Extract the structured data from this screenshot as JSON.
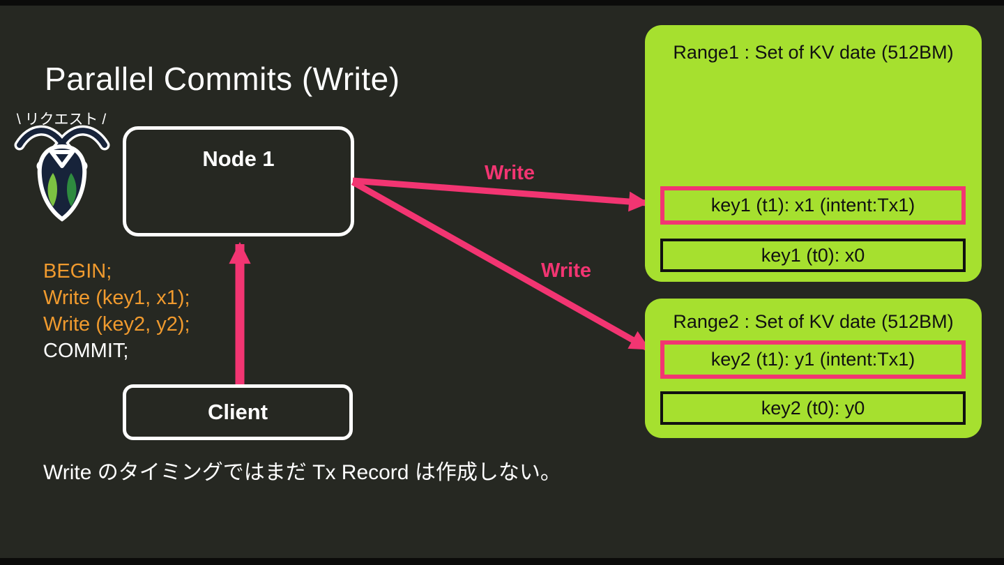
{
  "slide": {
    "title": "Parallel Commits (Write)",
    "caption": "Write のタイミングではまだ Tx Record は作成しない。"
  },
  "logo": {
    "label": "\\  リクエスト  /"
  },
  "nodes": {
    "node1_label": "Node 1",
    "client_label": "Client"
  },
  "code": {
    "lines": [
      {
        "text": "BEGIN;",
        "color": "orange"
      },
      {
        "text": "Write (key1, x1);",
        "color": "orange"
      },
      {
        "text": "Write (key2, y2);",
        "color": "orange"
      },
      {
        "text": "COMMIT;",
        "color": "white"
      }
    ]
  },
  "arrows": {
    "write_label_1": "Write",
    "write_label_2": "Write"
  },
  "ranges": [
    {
      "title": "Range1 : Set of KV date (512BM)",
      "rows": [
        {
          "text": "key1 (t1): x1 (intent:Tx1)",
          "highlight": true
        },
        {
          "text": "key1 (t0): x0",
          "highlight": false
        }
      ]
    },
    {
      "title": "Range2 : Set of KV date (512BM)",
      "rows": [
        {
          "text": "key2 (t1): y1 (intent:Tx1)",
          "highlight": true
        },
        {
          "text": "key2 (t0): y0",
          "highlight": false
        }
      ]
    }
  ],
  "colors": {
    "background": "#262822",
    "accent_pink": "#f23572",
    "accent_orange": "#f09a2e",
    "panel_green": "#a6e02f",
    "logo_navy": "#17233a",
    "leaf_light_green": "#7cc242",
    "leaf_dark_green": "#2e8b3f"
  }
}
